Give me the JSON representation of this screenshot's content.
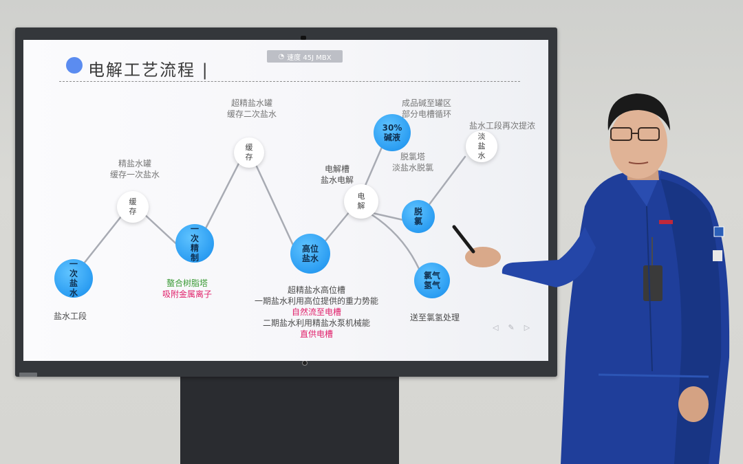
{
  "screen": {
    "title": "电解工艺流程 |",
    "top_badge": "速度 45J MBX"
  },
  "nodes": {
    "n1": "一次盐水",
    "n2": "缓存",
    "n3": "一次精制",
    "n4": "缓存",
    "n5": "高位盐水",
    "n6": "电解",
    "n7": "30%碱液",
    "n8": "脱氯",
    "n9": "氯气氢气",
    "n10": "淡盐水"
  },
  "labels": {
    "l1": "盐水工段",
    "l2a": "精盐水罐",
    "l2b": "缓存一次盐水",
    "l3a": "螯合树脂塔",
    "l3b": "吸附金属离子",
    "l4a": "超精盐水罐",
    "l4b": "缓存二次盐水",
    "l5a": "超精盐水高位槽",
    "l5b": "一期盐水利用高位提供的重力势能",
    "l5c": "自然流至电槽",
    "l5d": "二期盐水利用精盐水泵机械能",
    "l5e": "直供电槽",
    "l6a": "电解槽",
    "l6b": "盐水电解",
    "l7a": "成品碱至罐区",
    "l7b": "部分电槽循环",
    "l8a": "脱氯塔",
    "l8b": "淡盐水脱氯",
    "l9": "送至氯氢处理",
    "l10": "盐水工段再次提浓"
  },
  "colors": {
    "node_blue": "#2b9df2",
    "highlight_red": "#e0206a",
    "highlight_green": "#3a9a35"
  }
}
